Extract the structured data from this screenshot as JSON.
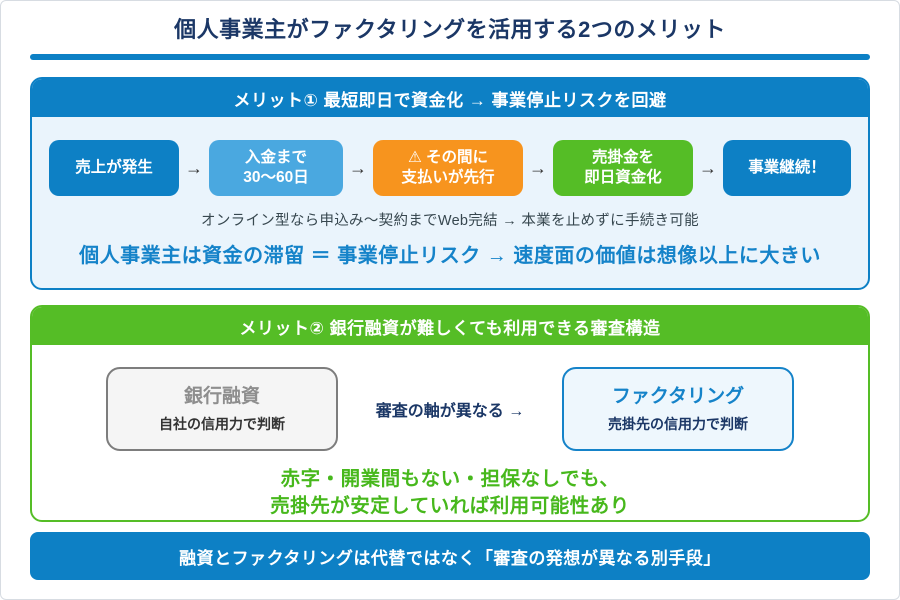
{
  "page": {
    "title": "個人事業主がファクタリングを活用する2つのメリット"
  },
  "colors": {
    "primary_blue": "#0d80c5",
    "light_blue": "#4aa8e0",
    "orange": "#f7941e",
    "green": "#55bd26",
    "navy_text": "#1b3766",
    "blue_text": "#1583c9",
    "green_text": "#47b81c",
    "panel1_bg": "#eaf4fc",
    "bank_box_bg": "#f5f5f5",
    "factoring_box_bg": "#eef7fd"
  },
  "section1": {
    "header": "メリット① 最短即日で資金化 → 事業停止リスクを回避",
    "arrow": "→",
    "flow": [
      {
        "line1": "売上が発生"
      },
      {
        "line1": "入金まで",
        "line2": "30〜60日"
      },
      {
        "icon": "⚠",
        "line1": "その間に",
        "line2": "支払いが先行"
      },
      {
        "line1": "売掛金を",
        "line2": "即日資金化"
      },
      {
        "line1": "事業継続！"
      }
    ],
    "caption": "オンライン型なら申込み〜契約までWeb完結 → 本業を止めずに手続き可能",
    "statement": "個人事業主は資金の滞留 ＝ 事業停止リスク → 速度面の価値は想像以上に大きい"
  },
  "section2": {
    "header": "メリット② 銀行融資が難しくても利用できる審査構造",
    "bank_box": {
      "title": "銀行融資",
      "subtitle": "自社の信用力で判断"
    },
    "compare_label": "審査の軸が異なる →",
    "factoring_box": {
      "title": "ファクタリング",
      "subtitle": "売掛先の信用力で判断"
    },
    "note_line1": "赤字・開業間もない・担保なしでも、",
    "note_line2": "売掛先が安定していれば利用可能性あり"
  },
  "footer": {
    "text": "融資とファクタリングは代替ではなく「審査の発想が異なる別手段」"
  }
}
